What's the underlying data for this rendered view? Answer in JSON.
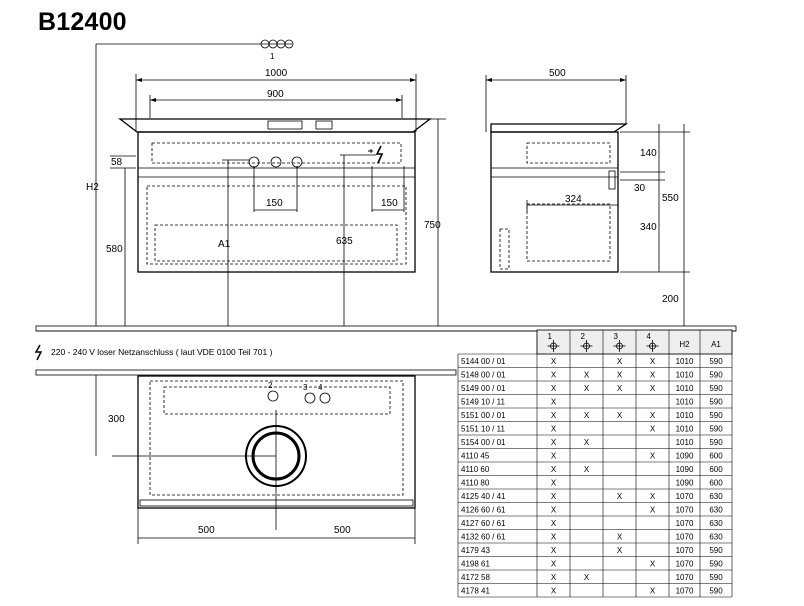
{
  "title": "B12400",
  "front_view": {
    "dims": {
      "overall_width": "1000",
      "inner_width": "900",
      "offset_top": "58",
      "height_lower": "580",
      "h2_label": "H2",
      "a1_label": "A1",
      "height_635": "635",
      "height_750": "750",
      "spacing_left": "150",
      "spacing_right": "150"
    },
    "callout_number": "1"
  },
  "side_view": {
    "dims": {
      "depth": "500",
      "drawer_height": "140",
      "gap": "30",
      "lower_height": "340",
      "inner_depth": "324",
      "total_height": "550",
      "floor": "200"
    }
  },
  "note": "220 - 240 V loser Netzanschluss ( laut VDE 0100 Teil 701 )",
  "top_view": {
    "dims": {
      "depth": "300",
      "left": "500",
      "right": "500"
    },
    "tap_labels": [
      "2",
      "3",
      "4"
    ]
  },
  "table": {
    "headers": [
      "1",
      "2",
      "3",
      "4",
      "H2",
      "A1"
    ],
    "rows": [
      [
        "5144 00 / 01",
        "X",
        "",
        "X",
        "X",
        "1010",
        "590"
      ],
      [
        "5148 00 / 01",
        "X",
        "X",
        "X",
        "X",
        "1010",
        "590"
      ],
      [
        "5149 00 / 01",
        "X",
        "X",
        "X",
        "X",
        "1010",
        "590"
      ],
      [
        "5149 10 / 11",
        "X",
        "",
        "",
        "",
        "1010",
        "590"
      ],
      [
        "5151 00 / 01",
        "X",
        "X",
        "X",
        "X",
        "1010",
        "590"
      ],
      [
        "5151 10 / 11",
        "X",
        "",
        "",
        "X",
        "1010",
        "590"
      ],
      [
        "5154 00 / 01",
        "X",
        "X",
        "",
        "",
        "1010",
        "590"
      ],
      [
        "4110 45",
        "X",
        "",
        "",
        "X",
        "1090",
        "600"
      ],
      [
        "4110 60",
        "X",
        "X",
        "",
        "",
        "1090",
        "600"
      ],
      [
        "4110 80",
        "X",
        "",
        "",
        "",
        "1090",
        "600"
      ],
      [
        "4125 40 / 41",
        "X",
        "",
        "X",
        "X",
        "1070",
        "630"
      ],
      [
        "4126 60 / 61",
        "X",
        "",
        "",
        "X",
        "1070",
        "630"
      ],
      [
        "4127 60 / 61",
        "X",
        "",
        "",
        "",
        "1070",
        "630"
      ],
      [
        "4132 60 / 61",
        "X",
        "",
        "X",
        "",
        "1070",
        "630"
      ],
      [
        "4179 43",
        "X",
        "",
        "X",
        "",
        "1070",
        "590"
      ],
      [
        "4198 61",
        "X",
        "",
        "",
        "X",
        "1070",
        "590"
      ],
      [
        "4172 58",
        "X",
        "X",
        "",
        "",
        "1070",
        "590"
      ],
      [
        "4178 41",
        "X",
        "",
        "",
        "X",
        "1070",
        "590"
      ]
    ]
  }
}
